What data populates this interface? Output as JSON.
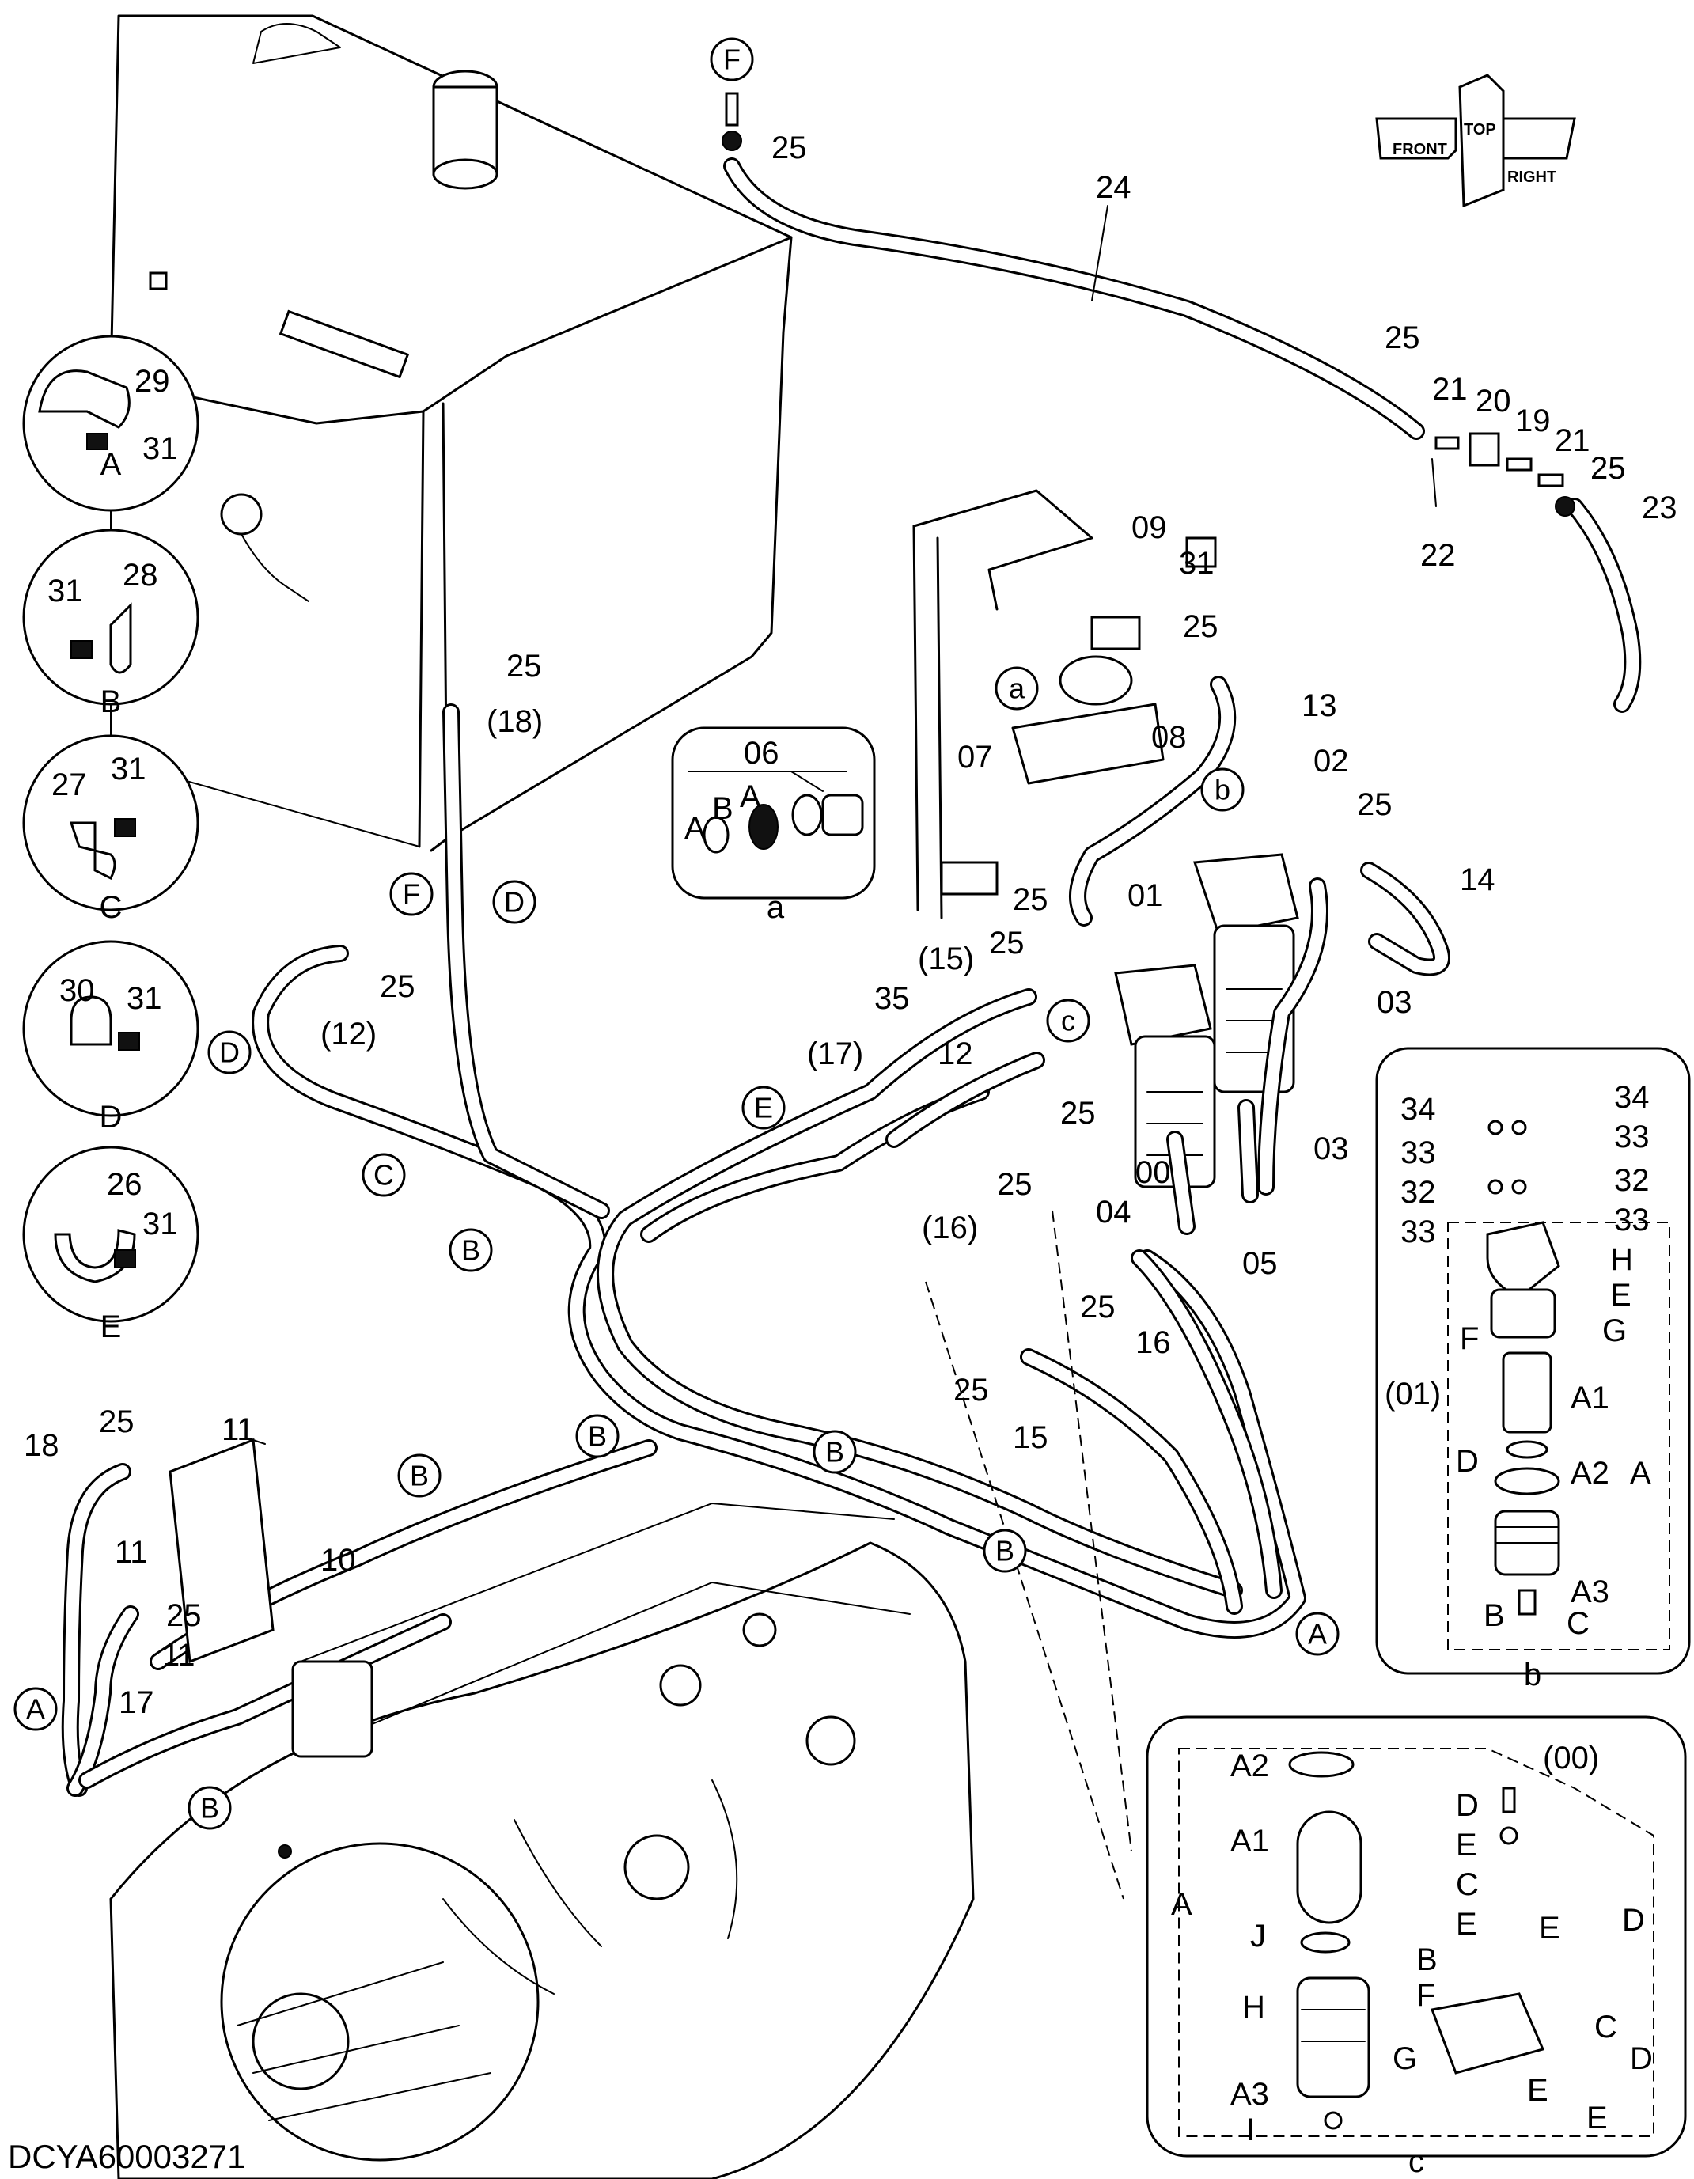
{
  "drawing_code": "DCYA60003271",
  "direction_arrows": [
    "FRONT",
    "RIGHT",
    "TOP",
    "FRONT",
    "TOP",
    "RIGHT"
  ],
  "clip_details": {
    "A": {
      "parts": [
        "29",
        "31"
      ],
      "caption": "A"
    },
    "B": {
      "parts": [
        "31",
        "28"
      ],
      "caption": "B"
    },
    "C": {
      "parts": [
        "27",
        "31"
      ],
      "caption": "C"
    },
    "D": {
      "parts": [
        "30",
        "31"
      ],
      "caption": "D"
    },
    "E": {
      "parts": [
        "26",
        "31"
      ],
      "caption": "E"
    }
  },
  "main_labels": {
    "n24": "24",
    "n25_top": "25",
    "n25_a": "25",
    "n21_a": "21",
    "n20": "20",
    "n19": "19",
    "n21_b": "21",
    "n25_b": "25",
    "n22": "22",
    "n23": "23",
    "n25_tank": "25",
    "n18p": "(18)",
    "n12p": "(12)",
    "n25_12": "25",
    "n09": "09",
    "n31_09": "31",
    "n25_13": "25",
    "n13": "13",
    "n07": "07",
    "n08": "08",
    "n02": "02",
    "n25_14": "25",
    "n14": "14",
    "n01": "01",
    "n25_01": "25",
    "n03_a": "03",
    "n03_b": "03",
    "n15p": "(15)",
    "n25_15": "25",
    "n35": "35",
    "n17p": "(17)",
    "n12": "12",
    "n25_12b": "25",
    "n25_16": "25",
    "n16p": "(16)",
    "n00": "00",
    "n04": "04",
    "n05": "05",
    "n25_16b": "25",
    "n16": "16",
    "n25_15b": "25",
    "n15": "15",
    "n18": "18",
    "n25_ecu": "25",
    "n11_a": "11",
    "n11_b": "11",
    "n11_c": "11",
    "n10": "10",
    "n25_ecu2": "25",
    "n17": "17"
  },
  "ref_letters": {
    "F_top": "F",
    "F_mid": "F",
    "D_mid": "D",
    "D_left": "D",
    "C_left": "C",
    "B_left": "B",
    "E_mid": "E",
    "B_center": "B",
    "B_left2": "B",
    "B_right": "B",
    "B_right2": "B",
    "A_right": "A",
    "A_left": "A",
    "B_bottom": "B",
    "a_pump": "a",
    "b_filter": "b",
    "c_filter": "c"
  },
  "detail_a": {
    "caption": "a",
    "n06": "06",
    "A1": "A",
    "B": "B",
    "A2": "A"
  },
  "detail_b": {
    "caption": "b",
    "labels": {
      "n34a": "34",
      "n34b": "34",
      "n33a": "33",
      "n33b": "33",
      "n32a": "32",
      "n32b": "32",
      "n33c": "33",
      "n33d": "33",
      "H": "H",
      "E": "E",
      "F": "F",
      "G": "G",
      "n01p": "(01)",
      "A1": "A1",
      "D": "D",
      "A2": "A2",
      "A": "A",
      "A3": "A3",
      "Bb": "B",
      "C": "C"
    }
  },
  "detail_c": {
    "caption": "c",
    "labels": {
      "n00p": "(00)",
      "A2": "A2",
      "A1": "A1",
      "A": "A",
      "J": "J",
      "H": "H",
      "A3": "A3",
      "I": "I",
      "D1": "D",
      "E1": "E",
      "C1": "C",
      "E2": "E",
      "E3": "E",
      "D2": "D",
      "B": "B",
      "F": "F",
      "G": "G",
      "C2": "C",
      "E4": "E",
      "D3": "D",
      "E5": "E"
    }
  }
}
